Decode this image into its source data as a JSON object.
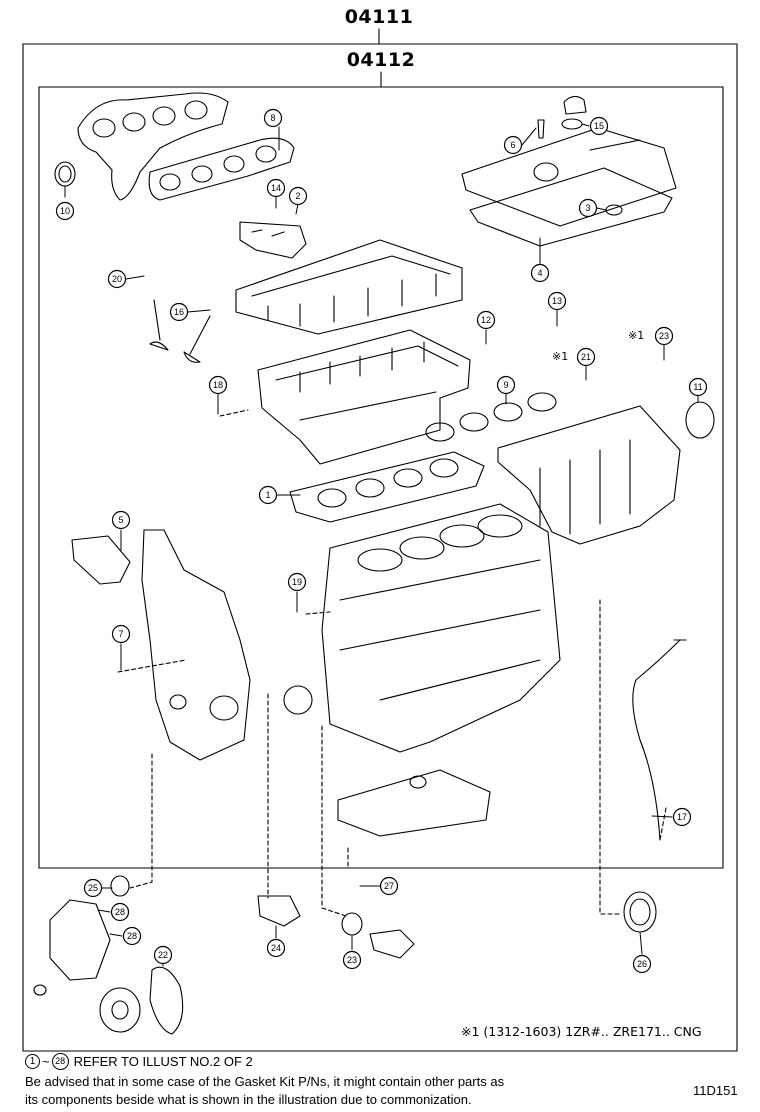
{
  "diagram": {
    "outer_kit_code": "04111",
    "inner_kit_code": "04112",
    "callouts": [
      {
        "id": "1",
        "label": "1"
      },
      {
        "id": "2",
        "label": "2"
      },
      {
        "id": "3",
        "label": "3"
      },
      {
        "id": "4",
        "label": "4"
      },
      {
        "id": "5",
        "label": "5"
      },
      {
        "id": "6",
        "label": "6"
      },
      {
        "id": "7",
        "label": "7"
      },
      {
        "id": "8",
        "label": "8"
      },
      {
        "id": "9",
        "label": "9"
      },
      {
        "id": "10",
        "label": "10"
      },
      {
        "id": "11",
        "label": "11"
      },
      {
        "id": "12",
        "label": "12"
      },
      {
        "id": "13",
        "label": "13"
      },
      {
        "id": "14",
        "label": "14"
      },
      {
        "id": "15",
        "label": "15"
      },
      {
        "id": "16",
        "label": "16"
      },
      {
        "id": "17",
        "label": "17"
      },
      {
        "id": "18",
        "label": "18"
      },
      {
        "id": "19",
        "label": "19"
      },
      {
        "id": "20",
        "label": "20"
      },
      {
        "id": "21",
        "label": "21"
      },
      {
        "id": "22",
        "label": "22"
      },
      {
        "id": "23a",
        "label": "23"
      },
      {
        "id": "23b",
        "label": "23"
      },
      {
        "id": "24",
        "label": "24"
      },
      {
        "id": "25",
        "label": "25"
      },
      {
        "id": "26",
        "label": "26"
      },
      {
        "id": "27",
        "label": "27"
      },
      {
        "id": "28a",
        "label": "28"
      },
      {
        "id": "28b",
        "label": "28"
      }
    ],
    "condition_mark": "※1",
    "condition_note": "※1  (1312-1603) 1ZR#.. ZRE171.. CNG",
    "refer_range_start": "1",
    "refer_range_end": "28",
    "refer_text": "REFER TO ILLUST NO.2 OF 2",
    "advisory_line1": "Be advised that in some case of the Gasket Kit P/Ns,  it might contain other parts as",
    "advisory_line2": "its components beside what is shown in the illustration due to commonization.",
    "illustration_code": "11D151"
  }
}
